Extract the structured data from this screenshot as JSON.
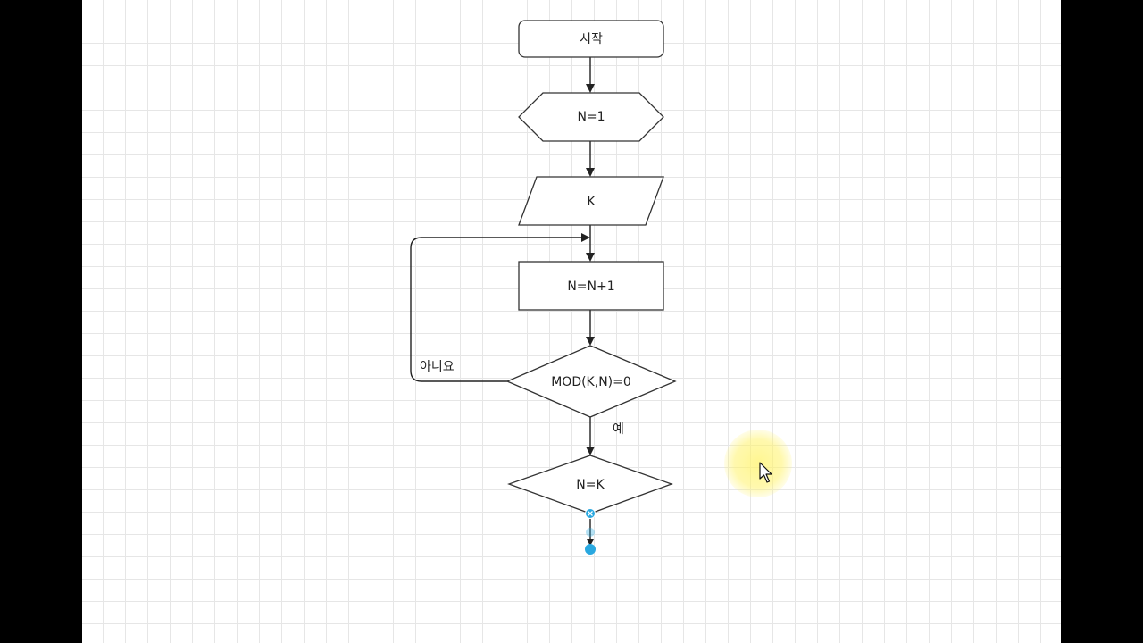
{
  "nodes": {
    "start": {
      "label": "시작"
    },
    "init": {
      "label": "N=1"
    },
    "input": {
      "label": "K"
    },
    "increment": {
      "label": "N=N+1"
    },
    "check_mod": {
      "label": "MOD(K,N)=0"
    },
    "check_equal": {
      "label": "N=K"
    }
  },
  "edges": {
    "no_label": "아니요",
    "yes_label": "예"
  },
  "colors": {
    "handle": "#29a8e0",
    "highlight": "#fff36b"
  },
  "icons": {
    "cursor": "mouse-pointer-icon",
    "handle_remove": "close-icon"
  }
}
